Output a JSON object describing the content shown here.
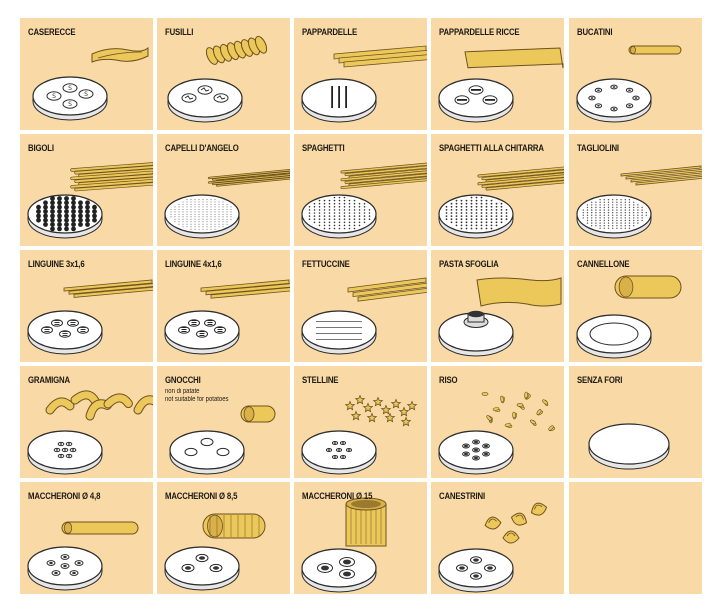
{
  "tiles": [
    {
      "label": "CASERECCE",
      "note1": "",
      "note2": "",
      "pasta": "casarecce",
      "die": "casarecce"
    },
    {
      "label": "FUSILLI",
      "note1": "",
      "note2": "",
      "pasta": "fusilli",
      "die": "fusilli"
    },
    {
      "label": "PAPPARDELLE",
      "note1": "",
      "note2": "",
      "pasta": "pappardelle",
      "die": "pappardelle"
    },
    {
      "label": "PAPPARDELLE RICCE",
      "note1": "",
      "note2": "",
      "pasta": "pappardelle-ricce",
      "die": "pappardelle-ricce"
    },
    {
      "label": "BUCATINI",
      "note1": "",
      "note2": "",
      "pasta": "bucatini",
      "die": "bucatini"
    },
    {
      "label": "BIGOLI",
      "note1": "",
      "note2": "",
      "pasta": "bigoli",
      "die": "bigoli"
    },
    {
      "label": "CAPELLI D'ANGELO",
      "note1": "",
      "note2": "",
      "pasta": "capelli",
      "die": "capelli"
    },
    {
      "label": "SPAGHETTI",
      "note1": "",
      "note2": "",
      "pasta": "spaghetti",
      "die": "spaghetti"
    },
    {
      "label": "SPAGHETTI ALLA CHITARRA",
      "note1": "",
      "note2": "",
      "pasta": "chitarra",
      "die": "chitarra"
    },
    {
      "label": "TAGLIOLINI",
      "note1": "",
      "note2": "",
      "pasta": "tagliolini",
      "die": "tagliolini"
    },
    {
      "label": "LINGUINE 3x1,6",
      "note1": "",
      "note2": "",
      "pasta": "linguine3",
      "die": "linguine3"
    },
    {
      "label": "LINGUINE 4x1,6",
      "note1": "",
      "note2": "",
      "pasta": "linguine4",
      "die": "linguine4"
    },
    {
      "label": "FETTUCCINE",
      "note1": "",
      "note2": "",
      "pasta": "fettuccine",
      "die": "fettuccine"
    },
    {
      "label": "PASTA SFOGLIA",
      "note1": "",
      "note2": "",
      "pasta": "sfoglia",
      "die": "sfoglia"
    },
    {
      "label": "CANNELLONE",
      "note1": "",
      "note2": "",
      "pasta": "cannellone",
      "die": "cannellone"
    },
    {
      "label": "GRAMIGNA",
      "note1": "",
      "note2": "",
      "pasta": "gramigna",
      "die": "gramigna"
    },
    {
      "label": "GNOCCHI",
      "note1": "non di patate",
      "note2": "not suitable for potatoes",
      "pasta": "gnocchi",
      "die": "gnocchi"
    },
    {
      "label": "STELLINE",
      "note1": "",
      "note2": "",
      "pasta": "stelline",
      "die": "stelline"
    },
    {
      "label": "RISO",
      "note1": "",
      "note2": "",
      "pasta": "riso",
      "die": "riso"
    },
    {
      "label": "SENZA FORI",
      "note1": "",
      "note2": "",
      "pasta": "none",
      "die": "senza-fori"
    },
    {
      "label": "MACCHERONI  Ø 4,8",
      "note1": "",
      "note2": "",
      "pasta": "macch48",
      "die": "macch48"
    },
    {
      "label": "MACCHERONI  Ø 8,5",
      "note1": "",
      "note2": "",
      "pasta": "macch85",
      "die": "macch85"
    },
    {
      "label": "MACCHERONI  Ø 15",
      "note1": "",
      "note2": "",
      "pasta": "macch15",
      "die": "macch15"
    },
    {
      "label": "CANESTRINI",
      "note1": "",
      "note2": "",
      "pasta": "canestrini",
      "die": "canestrini"
    },
    {
      "label": "",
      "note1": "",
      "note2": "",
      "pasta": "none",
      "die": "none"
    }
  ],
  "colors": {
    "tile_bg": "#f9d9a5",
    "pasta_fill": "#ecc85a",
    "pasta_stroke": "#6d5220",
    "die_fill": "#ffffff",
    "die_stroke": "#2c2c2c",
    "text": "#1e1a14"
  }
}
